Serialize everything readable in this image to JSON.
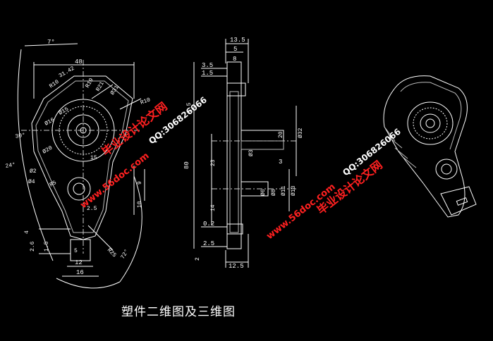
{
  "caption": "塑件二维图及三维图",
  "watermarks": {
    "site": "毕业设计论文网",
    "url": "www.56doc.com",
    "qq": "QQ:306826066"
  },
  "front_view_dims": {
    "angle_top": "7°",
    "width_48": "48",
    "d31": "31.42",
    "r10a": "R10",
    "r19": "R19",
    "r21": "R21",
    "d31b": "Ø31",
    "r10b": "R10",
    "d15": "Ø15",
    "d20": "Ø20",
    "d16": "Ø16",
    "a30": "30°",
    "a24": "24°",
    "d2": "Ø2",
    "d4": "Ø4",
    "r5": "R5",
    "d15b": "15",
    "d9": "9",
    "d10": "10",
    "d25": "2.5",
    "d26": "2.6",
    "d15c": "1.5",
    "d4b": "4",
    "r25": "R25",
    "d12": "12",
    "d16b": "16",
    "a72": "72°",
    "d5": "5"
  },
  "side_view_dims": {
    "d135": "13.5",
    "d5": "5",
    "d35": "3.5",
    "d15": "1.5",
    "d8": "8",
    "d15b": "1.5",
    "d80": "80",
    "d23": "23",
    "d3": "3",
    "d3b": "Ø3",
    "d32": "Ø32",
    "d14": "14",
    "d02": "0.2",
    "d25": "2.5",
    "d2": "2",
    "d125": "12.5",
    "d6": "Ø6",
    "d8b": "Ø8",
    "d11": "Ø11",
    "d13": "Ø13",
    "d20": "20"
  }
}
